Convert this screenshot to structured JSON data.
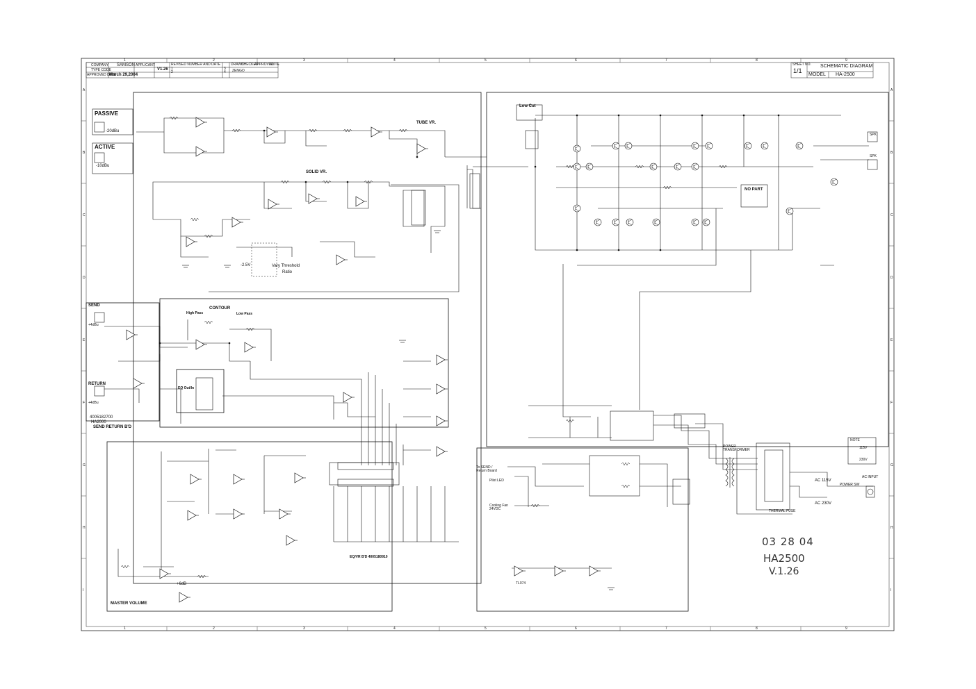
{
  "title_block_left": {
    "company_label": "COMPANY",
    "company": "SAMSON",
    "applicant_label": "APPLICANT",
    "type_code_label": "TYPE CODE",
    "approved_date_label": "APPROVED DATE",
    "approved_date": "March 29,2004",
    "version": "V1.26",
    "revised_label": "REVISED NUMBER AND DATE",
    "rows": [
      "1",
      "2",
      "3",
      "4"
    ],
    "drawn_label": "DRAWN",
    "checked_label": "CHECKED",
    "approved_label": "APPROVED",
    "note_label": "NOTE",
    "signature": "ZENGO"
  },
  "title_block_right": {
    "sheet_no_label": "SHEET NO.",
    "sheet_no": "1/1",
    "title": "SCHEMATIC DIAGRAM",
    "model_label": "MODEL",
    "model": "HA-2500"
  },
  "border": {
    "columns": [
      "1",
      "2",
      "3",
      "4",
      "5",
      "6",
      "7",
      "8",
      "9"
    ],
    "rows": [
      "A",
      "B",
      "C",
      "D",
      "E",
      "F",
      "G",
      "H",
      "I"
    ]
  },
  "labels": {
    "passive": "PASSIVE",
    "passive_level": "-20dBu",
    "active": "ACTIVE",
    "active_level": "-10dBu",
    "tube_vr": "TUBE VR.",
    "solid_vr": "SOLID VR.",
    "vary_threshold": "Vary Threshold",
    "ratio": "Ratio",
    "minus_2_5v": "-2.5V",
    "low_cut": "Low Cut",
    "no_part": "NO PART",
    "send": "SEND",
    "send_level": "+4dBu",
    "return": "RETURN",
    "return_level": "+4dBu",
    "send_pn": "4005182700",
    "send_model": "HA2000",
    "send_board": "SEND RETURN B'D",
    "contour": "CONTOUR",
    "high_pass": "High Pass",
    "low_pass": "Low Pass",
    "eq_out_in": "EQ Out/In",
    "eq_board": "EQ/VR B'D   4005180910",
    "master_volume": "MASTER VOLUME",
    "plus_6db": "+6dB",
    "to_send_return": "To SEND / Return Board",
    "pilot_led": "Pilot LED",
    "cooling_fan": "Cooling Fan 24VDC",
    "power_transformer": "POWER TRANSFORMER",
    "thermal_fuse": "THERMAL FUSE",
    "ac_115": "AC 115V",
    "ac_230": "AC 230V",
    "power_sw": "POWER SW",
    "ac_input": "AC INPUT",
    "note": "NOTE",
    "note_115": "115V",
    "note_230": "230V",
    "spk_1": "SPK",
    "spk_2": "SPK",
    "op_tl074": "TL074"
  },
  "handwritten": {
    "date": "03  28  04",
    "model": "HA2500",
    "version": "V.1.26"
  }
}
